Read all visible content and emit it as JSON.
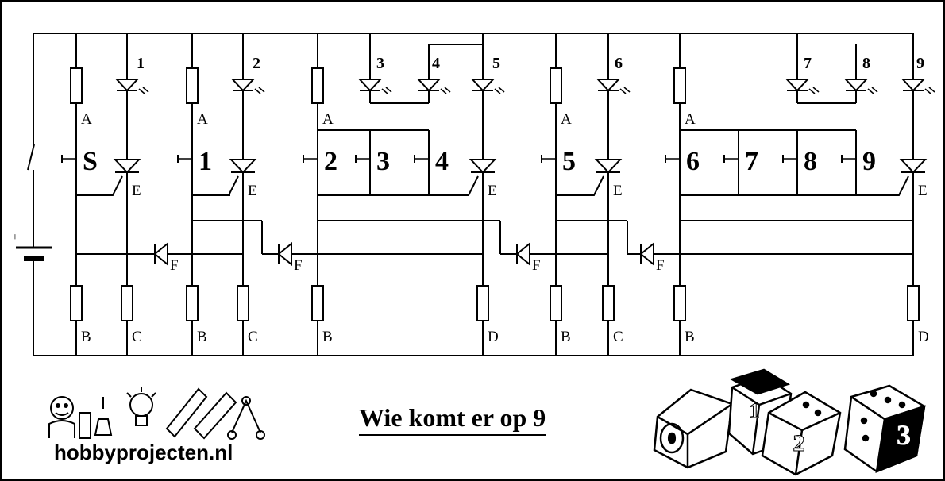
{
  "title": "Wie komt er op 9",
  "website": "hobbyprojecten.nl",
  "led_labels": [
    "1",
    "2",
    "3",
    "4",
    "5",
    "6",
    "7",
    "8",
    "9"
  ],
  "button_labels": [
    "S",
    "1",
    "2",
    "3",
    "4",
    "5",
    "6",
    "7",
    "8",
    "9"
  ],
  "resistor_labels": {
    "a": "A",
    "b": "B",
    "c": "C",
    "d": "D"
  },
  "thyristor_label": "E",
  "diode_label": "F",
  "battery_polarity": "+",
  "dice": [
    "0",
    "1",
    "2",
    "3"
  ]
}
